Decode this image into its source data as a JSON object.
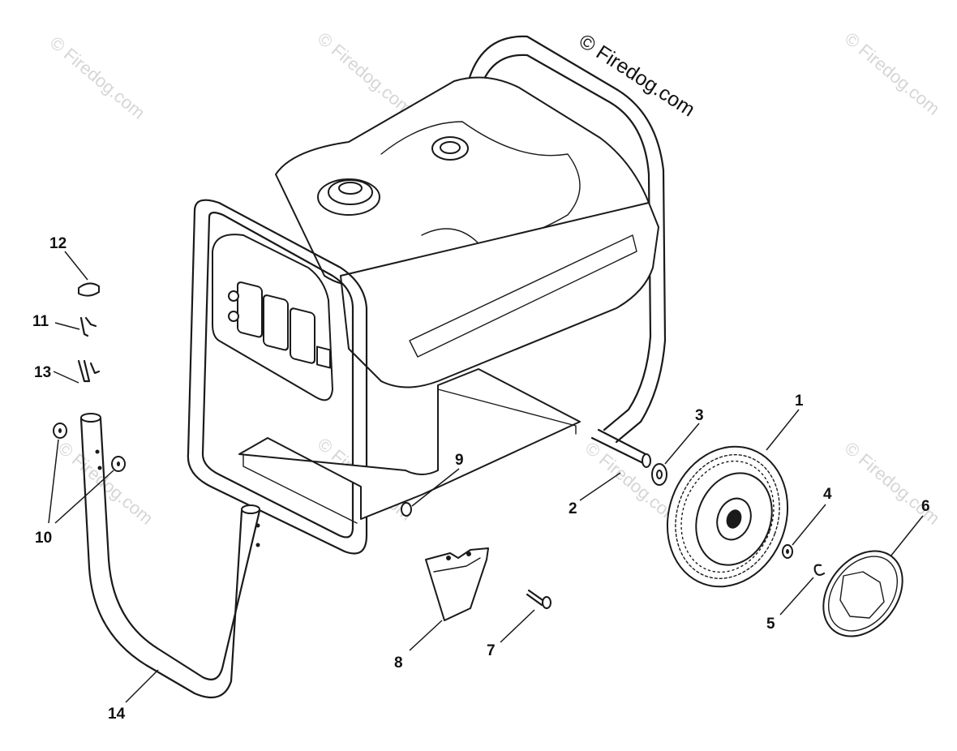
{
  "copyright": "© Firedog.com",
  "watermark": "© Firedog.com",
  "callouts": {
    "c1": "1",
    "c2": "2",
    "c3": "3",
    "c4": "4",
    "c5": "5",
    "c6": "6",
    "c7": "7",
    "c8": "8",
    "c9": "9",
    "c10": "10",
    "c11": "11",
    "c12": "12",
    "c13": "13",
    "c14": "14"
  }
}
